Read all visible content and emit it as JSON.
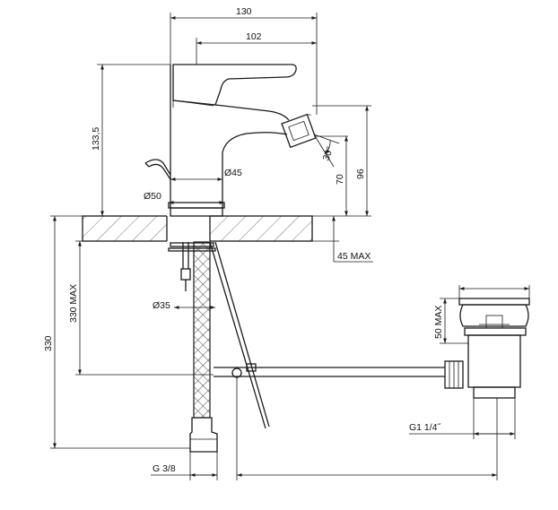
{
  "dimensions": {
    "width_130": "130",
    "width_102": "102",
    "height_133_5": "133,5",
    "dia_45": "Ø45",
    "dia_50": "Ø50",
    "dia_35": "Ø35",
    "angle_30": "30°",
    "height_70": "70",
    "height_96": "96",
    "deck_45max": "45 MAX",
    "tail_330max": "330 MAX",
    "hose_330": "330",
    "waste_50max": "50 MAX",
    "thread_g1_1_4": "G1 1/4˝",
    "thread_g3_8": "G 3/8"
  }
}
